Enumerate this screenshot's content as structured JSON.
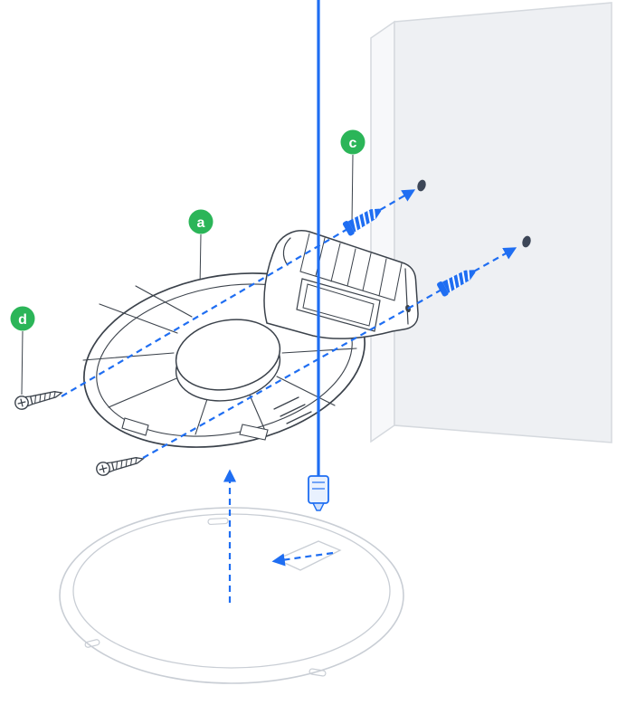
{
  "figure": {
    "badges": {
      "a": "a",
      "c": "c",
      "d": "d"
    },
    "colors": {
      "badge_green": "#2bb558",
      "accent_blue": "#1f6ef2",
      "outline_dark": "#3b424b",
      "outline_light": "#c9ced5",
      "wall_fill": "#eef0f3",
      "wall_side_fill": "#f7f8fa",
      "wall_stroke": "#d5d9de",
      "hole_fill": "#3c4657",
      "background": "#ffffff"
    }
  }
}
